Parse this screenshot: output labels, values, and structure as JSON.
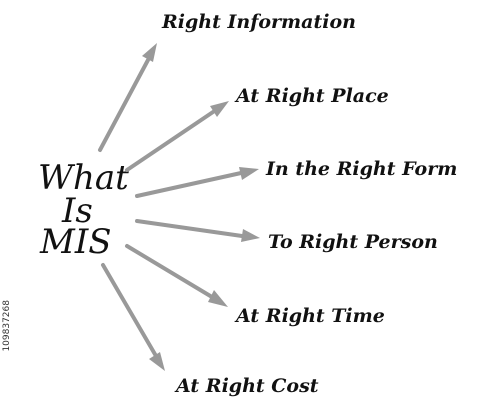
{
  "center": {
    "lines": [
      "What",
      "Is",
      "MIS"
    ]
  },
  "branches": [
    {
      "label": "Right Information"
    },
    {
      "label": "At Right Place"
    },
    {
      "label": "In the Right Form"
    },
    {
      "label": "To Right Person"
    },
    {
      "label": "At Right Time"
    },
    {
      "label": "At Right Cost"
    }
  ],
  "colors": {
    "arrow": "#999999",
    "text": "#111111",
    "background": "#ffffff"
  },
  "watermark_id": "109837268"
}
